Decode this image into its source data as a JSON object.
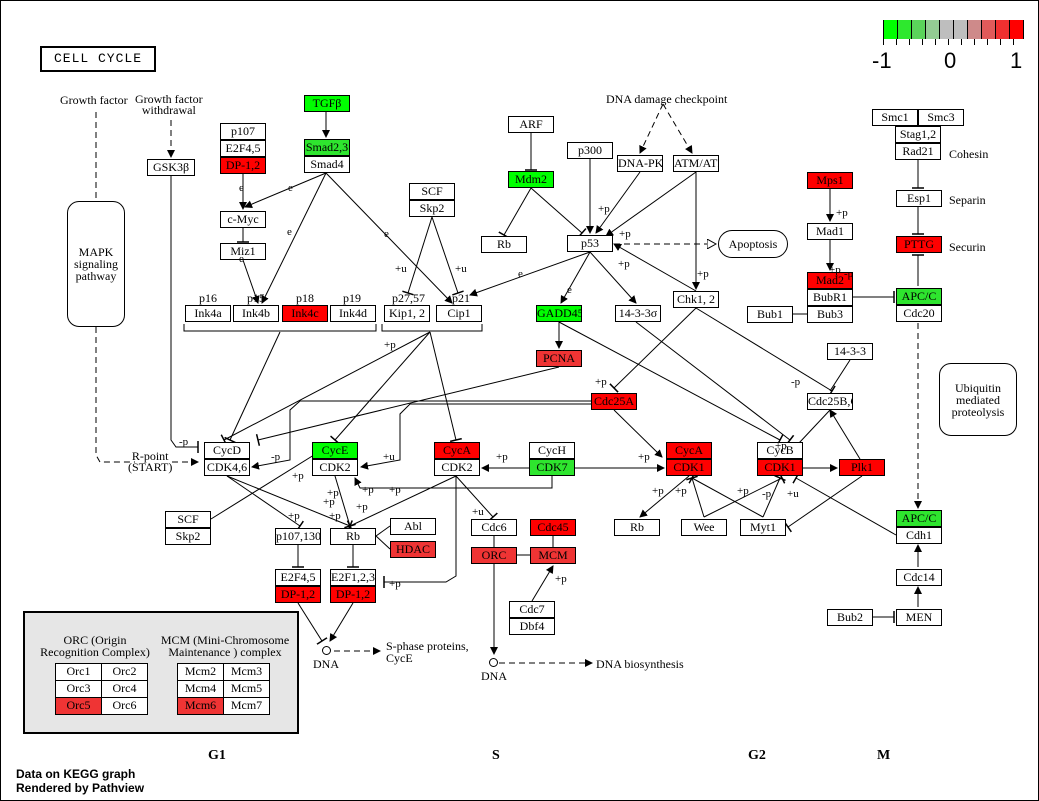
{
  "title": "CELL CYCLE",
  "colors": {
    "up": "#ff0000",
    "up_mid": "#ef3434",
    "down": "#00ff00",
    "down_mid": "#2ee52e",
    "none": "#ffffff"
  },
  "legend": {
    "labels": [
      "-1",
      "0",
      "1"
    ],
    "swatches": [
      "#00ff00",
      "#2ee82e",
      "#5ad45a",
      "#93cc93",
      "#bebebe",
      "#bebebe",
      "#ce8a8a",
      "#e05a5a",
      "#f03030",
      "#ff0000"
    ]
  },
  "labels": {
    "growth_factor": "Growth factor",
    "growth_factor_withdrawal": "Growth factor\nwithdrawal",
    "dna_damage_checkpoint": "DNA damage checkpoint",
    "mapk": "MAPK\nsignaling\npathway",
    "ubiquitin": "Ubiquitin\nmediated\nproteolysis",
    "apoptosis": "Apoptosis",
    "rpoint": "R-point\n(START)",
    "cohesin": "Cohesin",
    "separin": "Separin",
    "securin": "Securin",
    "sphase": "S-phase proteins,\nCycE",
    "dna_biosynthesis": "DNA biosynthesis",
    "dna1": "DNA",
    "dna2": "DNA",
    "p16": "p16",
    "p15": "p15",
    "p18": "p18",
    "p19": "p19",
    "p2757": "p27,57",
    "p21": "p21"
  },
  "nodes": [
    {
      "id": "gsk3b",
      "label": "GSK3β",
      "color": "#ffffff"
    },
    {
      "id": "p107a",
      "label": "p107",
      "color": "#ffffff"
    },
    {
      "id": "e2f45a",
      "label": "E2F4,5",
      "color": "#ffffff"
    },
    {
      "id": "dp12a",
      "label": "DP-1,2",
      "color": "#ff0000"
    },
    {
      "id": "tgfb",
      "label": "TGFβ",
      "color": "#00ff00"
    },
    {
      "id": "smad23",
      "label": "Smad2,3",
      "color": "#2ee52e"
    },
    {
      "id": "smad4",
      "label": "Smad4",
      "color": "#ffffff"
    },
    {
      "id": "cmyc",
      "label": "c-Myc",
      "color": "#ffffff"
    },
    {
      "id": "miz1",
      "label": "Miz1",
      "color": "#ffffff"
    },
    {
      "id": "scf1",
      "label": "SCF",
      "color": "#ffffff"
    },
    {
      "id": "skp2a",
      "label": "Skp2",
      "color": "#ffffff"
    },
    {
      "id": "ink4a",
      "label": "Ink4a",
      "color": "#ffffff"
    },
    {
      "id": "ink4b",
      "label": "Ink4b",
      "color": "#ffffff"
    },
    {
      "id": "ink4c",
      "label": "Ink4c",
      "color": "#ff0000"
    },
    {
      "id": "ink4d",
      "label": "Ink4d",
      "color": "#ffffff"
    },
    {
      "id": "kip12",
      "label": "Kip1, 2",
      "color": "#ffffff"
    },
    {
      "id": "cip1",
      "label": "Cip1",
      "color": "#ffffff"
    },
    {
      "id": "arf",
      "label": "ARF",
      "color": "#ffffff"
    },
    {
      "id": "mdm2",
      "label": "Mdm2",
      "color": "#00ff00"
    },
    {
      "id": "rb1",
      "label": "Rb",
      "color": "#ffffff"
    },
    {
      "id": "p300",
      "label": "p300",
      "color": "#ffffff"
    },
    {
      "id": "p53",
      "label": "p53",
      "color": "#ffffff"
    },
    {
      "id": "dnapk",
      "label": "DNA-PK",
      "color": "#ffffff"
    },
    {
      "id": "atm",
      "label": "ATM/ATR",
      "color": "#ffffff"
    },
    {
      "id": "gadd45",
      "label": "GADD45",
      "color": "#00ff00"
    },
    {
      "id": "s1433s",
      "label": "14-3-3σ",
      "color": "#ffffff"
    },
    {
      "id": "chk12",
      "label": "Chk1, 2",
      "color": "#ffffff"
    },
    {
      "id": "pcna",
      "label": "PCNA",
      "color": "#ef3434"
    },
    {
      "id": "cdc25a",
      "label": "Cdc25A",
      "color": "#ff0000"
    },
    {
      "id": "mps1",
      "label": "Mps1",
      "color": "#ff0000"
    },
    {
      "id": "mad1",
      "label": "Mad1",
      "color": "#ffffff"
    },
    {
      "id": "mad2",
      "label": "Mad2",
      "color": "#ff0000"
    },
    {
      "id": "bubr1",
      "label": "BubR1",
      "color": "#ffffff"
    },
    {
      "id": "bub3",
      "label": "Bub3",
      "color": "#ffffff"
    },
    {
      "id": "bub1",
      "label": "Bub1",
      "color": "#ffffff"
    },
    {
      "id": "smc1",
      "label": "Smc1",
      "color": "#ffffff"
    },
    {
      "id": "smc3",
      "label": "Smc3",
      "color": "#ffffff"
    },
    {
      "id": "stag12",
      "label": "Stag1,2",
      "color": "#ffffff"
    },
    {
      "id": "rad21",
      "label": "Rad21",
      "color": "#ffffff"
    },
    {
      "id": "esp1",
      "label": "Esp1",
      "color": "#ffffff"
    },
    {
      "id": "pttg",
      "label": "PTTG",
      "color": "#ff0000"
    },
    {
      "id": "apcc1",
      "label": "APC/C",
      "color": "#2ee52e"
    },
    {
      "id": "cdc20",
      "label": "Cdc20",
      "color": "#ffffff"
    },
    {
      "id": "s1433",
      "label": "14-3-3",
      "color": "#ffffff"
    },
    {
      "id": "cdc25bc",
      "label": "Cdc25B,C",
      "color": "#ffffff"
    },
    {
      "id": "cycd",
      "label": "CycD",
      "color": "#ffffff"
    },
    {
      "id": "cdk46",
      "label": "CDK4,6",
      "color": "#ffffff"
    },
    {
      "id": "cyce",
      "label": "CycE",
      "color": "#00ff00"
    },
    {
      "id": "cdk2a",
      "label": "CDK2",
      "color": "#ffffff"
    },
    {
      "id": "cyca1",
      "label": "CycA",
      "color": "#ff0000"
    },
    {
      "id": "cdk2b",
      "label": "CDK2",
      "color": "#ffffff"
    },
    {
      "id": "cych",
      "label": "CycH",
      "color": "#ffffff"
    },
    {
      "id": "cdk7",
      "label": "CDK7",
      "color": "#2ee52e"
    },
    {
      "id": "cyca2",
      "label": "CycA",
      "color": "#ff0000"
    },
    {
      "id": "cdk1a",
      "label": "CDK1",
      "color": "#ff0000"
    },
    {
      "id": "cycb",
      "label": "CycB",
      "color": "#ffffff"
    },
    {
      "id": "cdk1b",
      "label": "CDK1",
      "color": "#ff0000"
    },
    {
      "id": "plk1",
      "label": "Plk1",
      "color": "#ff0000"
    },
    {
      "id": "scf2",
      "label": "SCF",
      "color": "#ffffff"
    },
    {
      "id": "skp2b",
      "label": "Skp2",
      "color": "#ffffff"
    },
    {
      "id": "p107130",
      "label": "p107,130",
      "color": "#ffffff"
    },
    {
      "id": "rb2",
      "label": "Rb",
      "color": "#ffffff"
    },
    {
      "id": "abl",
      "label": "Abl",
      "color": "#ffffff"
    },
    {
      "id": "hdac",
      "label": "HDAC",
      "color": "#ef3434"
    },
    {
      "id": "e2f45b",
      "label": "E2F4,5",
      "color": "#ffffff"
    },
    {
      "id": "dp12b",
      "label": "DP-1,2",
      "color": "#ff0000"
    },
    {
      "id": "e2f123",
      "label": "E2F1,2,3",
      "color": "#ffffff"
    },
    {
      "id": "dp12c",
      "label": "DP-1,2",
      "color": "#ff0000"
    },
    {
      "id": "cdc6",
      "label": "Cdc6",
      "color": "#ffffff"
    },
    {
      "id": "cdc45",
      "label": "Cdc45",
      "color": "#ff0000"
    },
    {
      "id": "orc",
      "label": "ORC",
      "color": "#ef3434"
    },
    {
      "id": "mcm",
      "label": "MCM",
      "color": "#ef3434"
    },
    {
      "id": "cdc7",
      "label": "Cdc7",
      "color": "#ffffff"
    },
    {
      "id": "dbf4",
      "label": "Dbf4",
      "color": "#ffffff"
    },
    {
      "id": "rb3",
      "label": "Rb",
      "color": "#ffffff"
    },
    {
      "id": "wee",
      "label": "Wee",
      "color": "#ffffff"
    },
    {
      "id": "myt1",
      "label": "Myt1",
      "color": "#ffffff"
    },
    {
      "id": "apcc2",
      "label": "APC/C",
      "color": "#2ee52e"
    },
    {
      "id": "cdh1",
      "label": "Cdh1",
      "color": "#ffffff"
    },
    {
      "id": "cdc14",
      "label": "Cdc14",
      "color": "#ffffff"
    },
    {
      "id": "bub2",
      "label": "Bub2",
      "color": "#ffffff"
    },
    {
      "id": "men",
      "label": "MEN",
      "color": "#ffffff"
    }
  ],
  "complex_panel": {
    "orc_title": "ORC (Origin\nRecognition Complex)",
    "mcm_title": "MCM (Mini-Chromosome\nMaintenance ) complex",
    "orc": [
      {
        "label": "Orc1",
        "color": "#ffffff"
      },
      {
        "label": "Orc2",
        "color": "#ffffff"
      },
      {
        "label": "Orc3",
        "color": "#ffffff"
      },
      {
        "label": "Orc4",
        "color": "#ffffff"
      },
      {
        "label": "Orc5",
        "color": "#ef3434"
      },
      {
        "label": "Orc6",
        "color": "#ffffff"
      }
    ],
    "mcm": [
      {
        "label": "Mcm2",
        "color": "#ffffff"
      },
      {
        "label": "Mcm3",
        "color": "#ffffff"
      },
      {
        "label": "Mcm4",
        "color": "#ffffff"
      },
      {
        "label": "Mcm5",
        "color": "#ffffff"
      },
      {
        "label": "Mcm6",
        "color": "#ef3434"
      },
      {
        "label": "Mcm7",
        "color": "#ffffff"
      }
    ]
  },
  "phases": [
    "G1",
    "S",
    "G2",
    "M"
  ],
  "footer": {
    "line1": "Data on KEGG graph",
    "line2": "Rendered by Pathview"
  },
  "edge_labels": [
    "e",
    "e",
    "e",
    "e",
    "e",
    "e",
    "e",
    "+u",
    "+u",
    "+p",
    "+p",
    "+p",
    "+p",
    "+p",
    "+p",
    "+p",
    "+p",
    "-p",
    "-p",
    "-p",
    "-p",
    "+u",
    "+p",
    "+p",
    "+p",
    "+p",
    "+p",
    "+p",
    "+p",
    "+p",
    "+p",
    "+p",
    "+p",
    "+u",
    "+p",
    "+p",
    "+p",
    "+p",
    "+p",
    "-p",
    "+u"
  ]
}
